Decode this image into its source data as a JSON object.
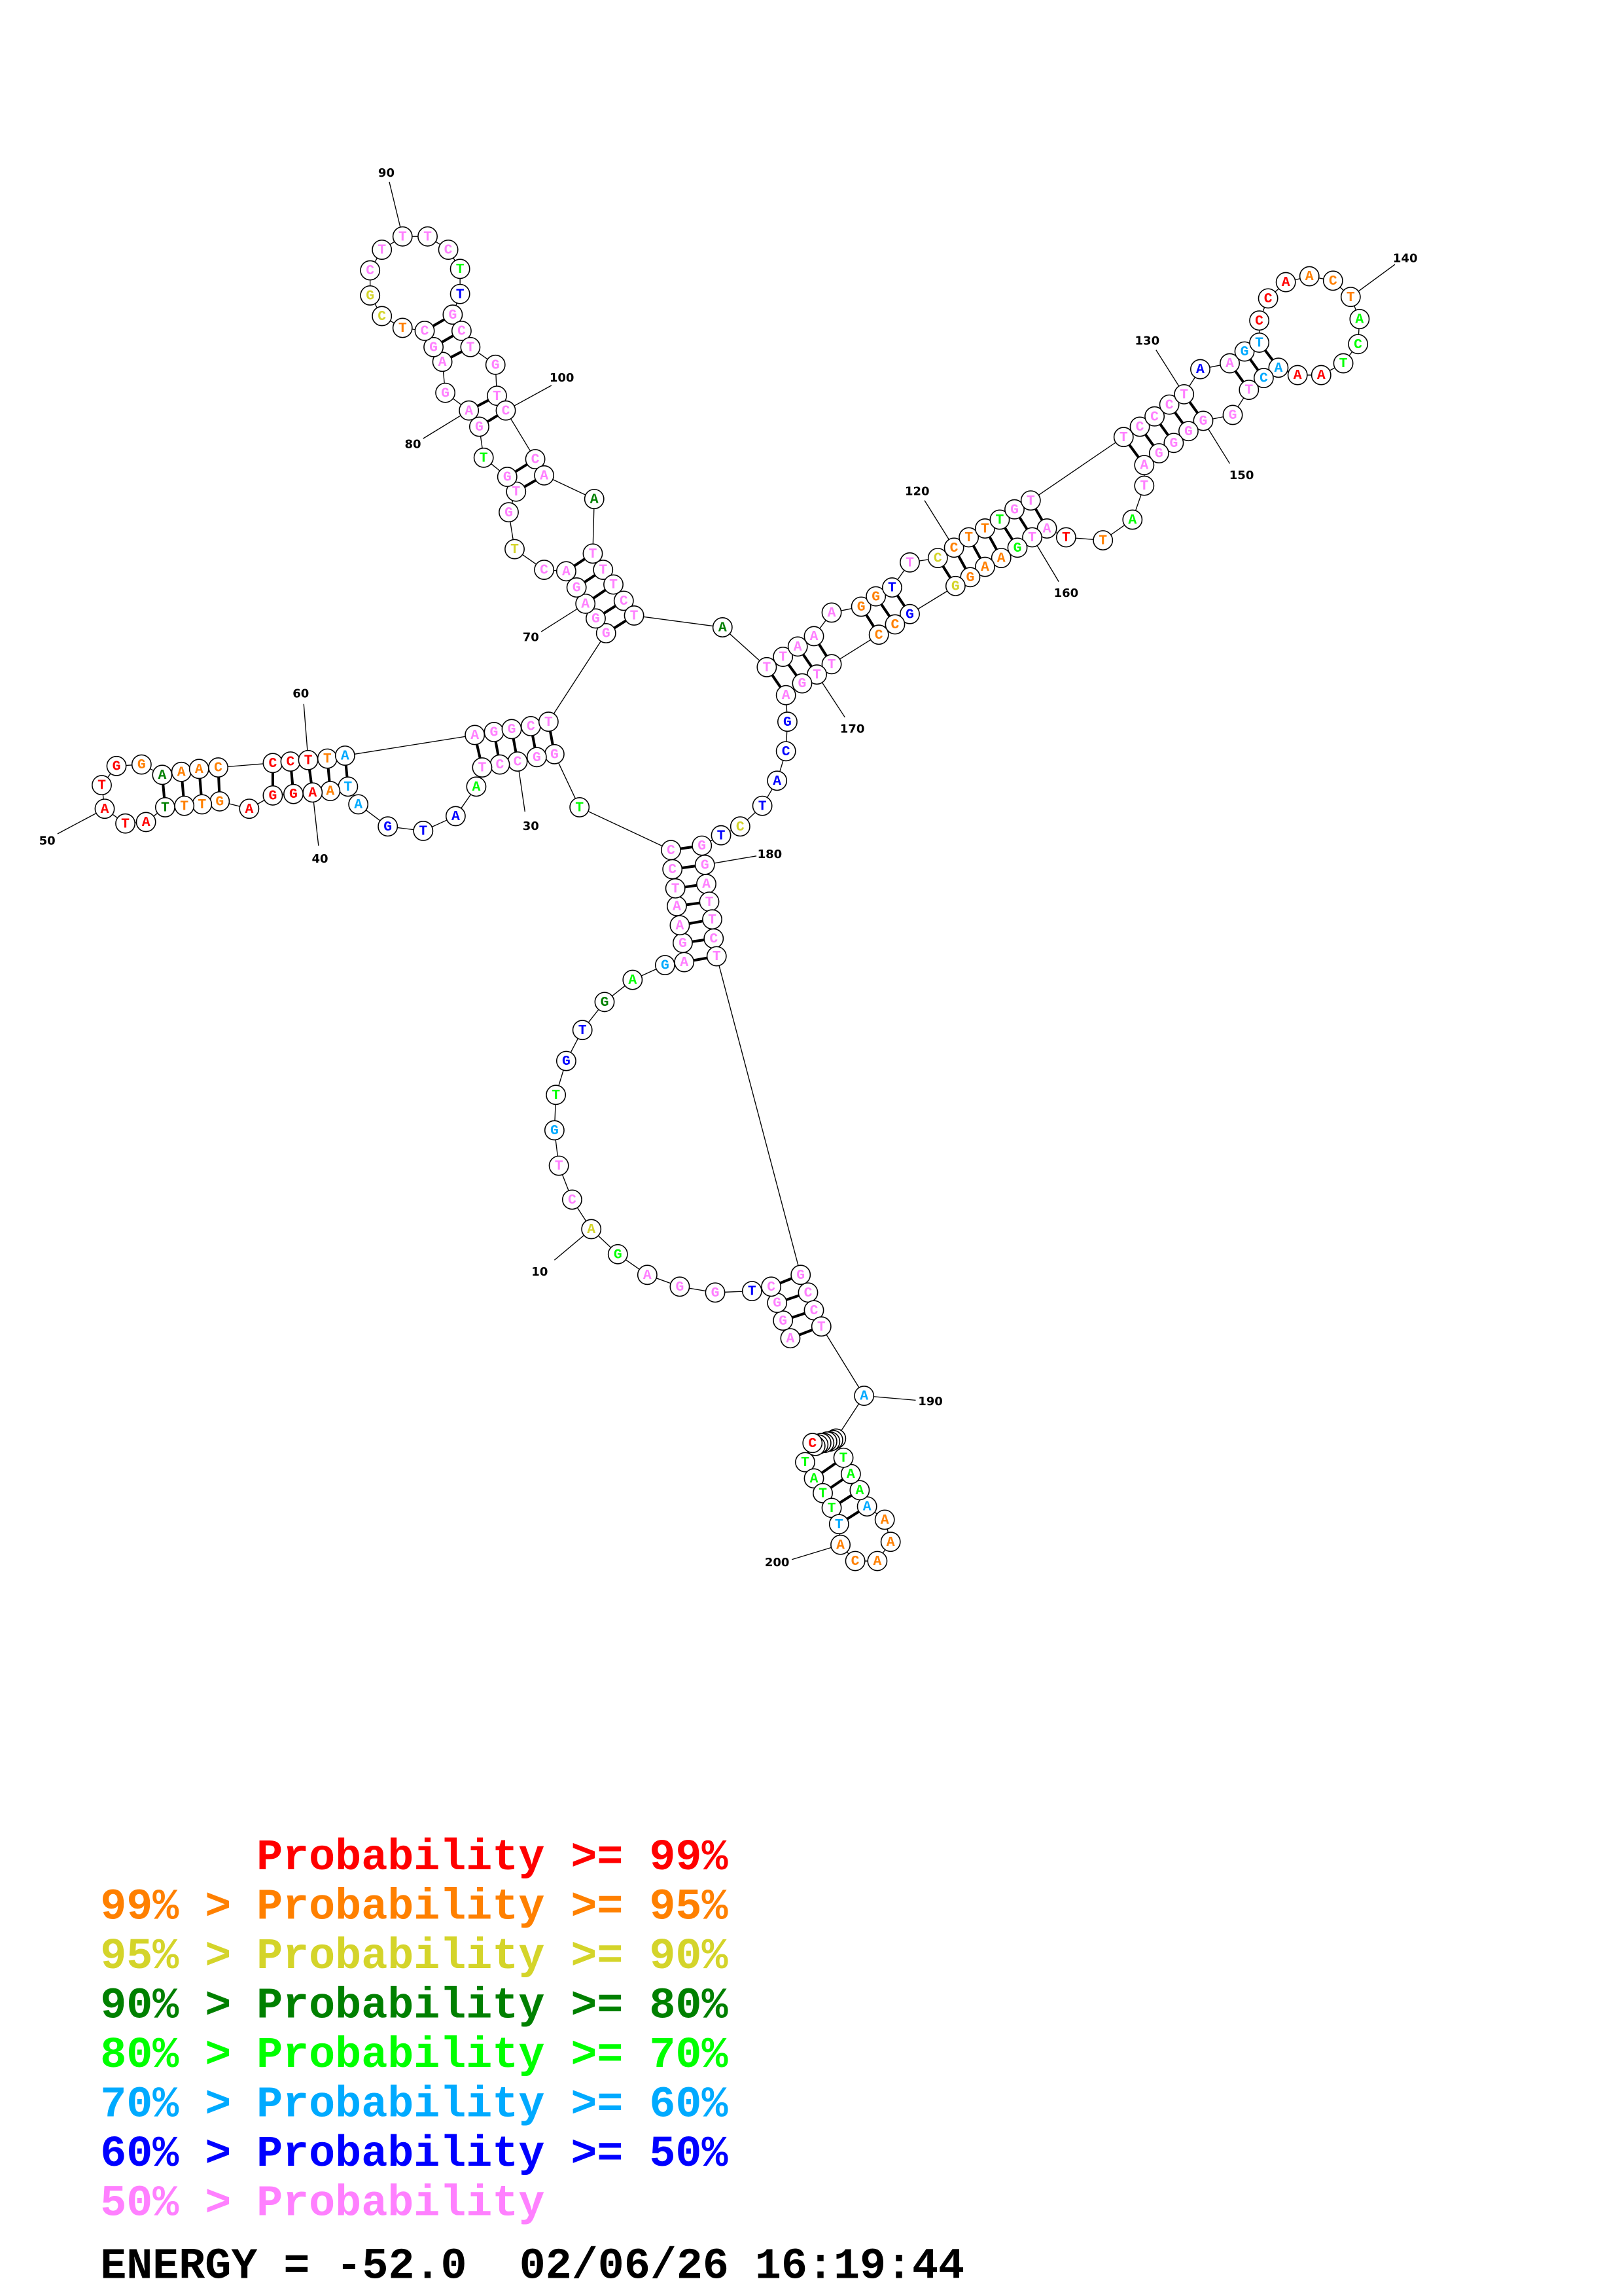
{
  "colors": {
    "r": "#ff0000",
    "o": "#ff8000",
    "y": "#d4d42a",
    "d": "#008000",
    "g": "#00ff00",
    "c": "#00aaff",
    "b": "#0000ff",
    "p": "#ff80ff"
  },
  "nucleotides": [
    {
      "n": 1,
      "b": "A",
      "c": "p"
    },
    {
      "n": 2,
      "b": "G",
      "c": "p"
    },
    {
      "n": 3,
      "b": "G",
      "c": "p"
    },
    {
      "n": 4,
      "b": "C",
      "c": "p"
    },
    {
      "n": 5,
      "b": "T",
      "c": "b"
    },
    {
      "n": 6,
      "b": "G",
      "c": "p"
    },
    {
      "n": 7,
      "b": "G",
      "c": "p"
    },
    {
      "n": 8,
      "b": "A",
      "c": "p"
    },
    {
      "n": 9,
      "b": "G",
      "c": "g"
    },
    {
      "n": 10,
      "b": "A",
      "c": "y"
    },
    {
      "n": 11,
      "b": "C",
      "c": "p"
    },
    {
      "n": 12,
      "b": "T",
      "c": "p"
    },
    {
      "n": 13,
      "b": "G",
      "c": "c"
    },
    {
      "n": 14,
      "b": "T",
      "c": "g"
    },
    {
      "n": 15,
      "b": "G",
      "c": "b"
    },
    {
      "n": 16,
      "b": "T",
      "c": "b"
    },
    {
      "n": 17,
      "b": "G",
      "c": "d"
    },
    {
      "n": 18,
      "b": "A",
      "c": "g"
    },
    {
      "n": 19,
      "b": "G",
      "c": "c"
    },
    {
      "n": 20,
      "b": "A",
      "c": "p"
    },
    {
      "n": 21,
      "b": "G",
      "c": "p"
    },
    {
      "n": 22,
      "b": "A",
      "c": "p"
    },
    {
      "n": 23,
      "b": "A",
      "c": "p"
    },
    {
      "n": 24,
      "b": "T",
      "c": "p"
    },
    {
      "n": 25,
      "b": "C",
      "c": "p"
    },
    {
      "n": 26,
      "b": "C",
      "c": "p"
    },
    {
      "n": 27,
      "b": "T",
      "c": "g"
    },
    {
      "n": 28,
      "b": "G",
      "c": "p"
    },
    {
      "n": 29,
      "b": "G",
      "c": "p"
    },
    {
      "n": 30,
      "b": "C",
      "c": "p"
    },
    {
      "n": 31,
      "b": "C",
      "c": "p"
    },
    {
      "n": 32,
      "b": "T",
      "c": "p"
    },
    {
      "n": 33,
      "b": "A",
      "c": "g"
    },
    {
      "n": 34,
      "b": "A",
      "c": "b"
    },
    {
      "n": 35,
      "b": "T",
      "c": "b"
    },
    {
      "n": 36,
      "b": "G",
      "c": "b"
    },
    {
      "n": 37,
      "b": "A",
      "c": "c"
    },
    {
      "n": 38,
      "b": "T",
      "c": "c"
    },
    {
      "n": 39,
      "b": "A",
      "c": "o"
    },
    {
      "n": 40,
      "b": "A",
      "c": "r"
    },
    {
      "n": 41,
      "b": "G",
      "c": "r"
    },
    {
      "n": 42,
      "b": "G",
      "c": "r"
    },
    {
      "n": 43,
      "b": "A",
      "c": "r"
    },
    {
      "n": 44,
      "b": "G",
      "c": "o"
    },
    {
      "n": 45,
      "b": "T",
      "c": "o"
    },
    {
      "n": 46,
      "b": "T",
      "c": "o"
    },
    {
      "n": 47,
      "b": "T",
      "c": "d"
    },
    {
      "n": 48,
      "b": "A",
      "c": "r"
    },
    {
      "n": 49,
      "b": "T",
      "c": "r"
    },
    {
      "n": 50,
      "b": "A",
      "c": "r"
    },
    {
      "n": 51,
      "b": "T",
      "c": "r"
    },
    {
      "n": 52,
      "b": "G",
      "c": "r"
    },
    {
      "n": 53,
      "b": "G",
      "c": "o"
    },
    {
      "n": 54,
      "b": "A",
      "c": "d"
    },
    {
      "n": 55,
      "b": "A",
      "c": "o"
    },
    {
      "n": 56,
      "b": "A",
      "c": "o"
    },
    {
      "n": 57,
      "b": "C",
      "c": "o"
    },
    {
      "n": 58,
      "b": "C",
      "c": "r"
    },
    {
      "n": 59,
      "b": "C",
      "c": "r"
    },
    {
      "n": 60,
      "b": "T",
      "c": "r"
    },
    {
      "n": 61,
      "b": "T",
      "c": "o"
    },
    {
      "n": 62,
      "b": "A",
      "c": "c"
    },
    {
      "n": 63,
      "b": "A",
      "c": "p"
    },
    {
      "n": 64,
      "b": "G",
      "c": "p"
    },
    {
      "n": 65,
      "b": "G",
      "c": "p"
    },
    {
      "n": 66,
      "b": "C",
      "c": "p"
    },
    {
      "n": 67,
      "b": "T",
      "c": "p"
    },
    {
      "n": 68,
      "b": "G",
      "c": "p"
    },
    {
      "n": 69,
      "b": "G",
      "c": "p"
    },
    {
      "n": 70,
      "b": "A",
      "c": "p"
    },
    {
      "n": 71,
      "b": "G",
      "c": "p"
    },
    {
      "n": 72,
      "b": "A",
      "c": "p"
    },
    {
      "n": 73,
      "b": "C",
      "c": "p"
    },
    {
      "n": 74,
      "b": "T",
      "c": "y"
    },
    {
      "n": 75,
      "b": "G",
      "c": "p"
    },
    {
      "n": 76,
      "b": "T",
      "c": "p"
    },
    {
      "n": 77,
      "b": "G",
      "c": "p"
    },
    {
      "n": 78,
      "b": "T",
      "c": "g"
    },
    {
      "n": 79,
      "b": "G",
      "c": "p"
    },
    {
      "n": 80,
      "b": "A",
      "c": "p"
    },
    {
      "n": 81,
      "b": "G",
      "c": "p"
    },
    {
      "n": 82,
      "b": "A",
      "c": "p"
    },
    {
      "n": 83,
      "b": "G",
      "c": "p"
    },
    {
      "n": 84,
      "b": "C",
      "c": "p"
    },
    {
      "n": 85,
      "b": "T",
      "c": "o"
    },
    {
      "n": 86,
      "b": "C",
      "c": "y"
    },
    {
      "n": 87,
      "b": "G",
      "c": "y"
    },
    {
      "n": 88,
      "b": "C",
      "c": "p"
    },
    {
      "n": 89,
      "b": "T",
      "c": "p"
    },
    {
      "n": 90,
      "b": "T",
      "c": "p"
    },
    {
      "n": 91,
      "b": "T",
      "c": "p"
    },
    {
      "n": 92,
      "b": "C",
      "c": "p"
    },
    {
      "n": 93,
      "b": "T",
      "c": "g"
    },
    {
      "n": 94,
      "b": "T",
      "c": "b"
    },
    {
      "n": 95,
      "b": "G",
      "c": "p"
    },
    {
      "n": 96,
      "b": "C",
      "c": "p"
    },
    {
      "n": 97,
      "b": "T",
      "c": "p"
    },
    {
      "n": 98,
      "b": "G",
      "c": "p"
    },
    {
      "n": 99,
      "b": "T",
      "c": "p"
    },
    {
      "n": 100,
      "b": "C",
      "c": "p"
    },
    {
      "n": 101,
      "b": "C",
      "c": "p"
    },
    {
      "n": 102,
      "b": "A",
      "c": "p"
    },
    {
      "n": 103,
      "b": "A",
      "c": "d"
    },
    {
      "n": 104,
      "b": "T",
      "c": "p"
    },
    {
      "n": 105,
      "b": "T",
      "c": "p"
    },
    {
      "n": 106,
      "b": "T",
      "c": "p"
    },
    {
      "n": 107,
      "b": "C",
      "c": "p"
    },
    {
      "n": 108,
      "b": "T",
      "c": "p"
    },
    {
      "n": 109,
      "b": "A",
      "c": "d"
    },
    {
      "n": 110,
      "b": "T",
      "c": "p"
    },
    {
      "n": 111,
      "b": "T",
      "c": "p"
    },
    {
      "n": 112,
      "b": "A",
      "c": "p"
    },
    {
      "n": 113,
      "b": "A",
      "c": "p"
    },
    {
      "n": 114,
      "b": "A",
      "c": "p"
    },
    {
      "n": 115,
      "b": "G",
      "c": "o"
    },
    {
      "n": 116,
      "b": "G",
      "c": "o"
    },
    {
      "n": 117,
      "b": "T",
      "c": "b"
    },
    {
      "n": 118,
      "b": "T",
      "c": "p"
    },
    {
      "n": 119,
      "b": "C",
      "c": "y"
    },
    {
      "n": 120,
      "b": "C",
      "c": "o"
    },
    {
      "n": 121,
      "b": "T",
      "c": "o"
    },
    {
      "n": 122,
      "b": "T",
      "c": "o"
    },
    {
      "n": 123,
      "b": "T",
      "c": "g"
    },
    {
      "n": 124,
      "b": "G",
      "c": "p"
    },
    {
      "n": 125,
      "b": "T",
      "c": "p"
    },
    {
      "n": 126,
      "b": "T",
      "c": "p"
    },
    {
      "n": 127,
      "b": "C",
      "c": "p"
    },
    {
      "n": 128,
      "b": "C",
      "c": "p"
    },
    {
      "n": 129,
      "b": "C",
      "c": "p"
    },
    {
      "n": 130,
      "b": "T",
      "c": "p"
    },
    {
      "n": 131,
      "b": "A",
      "c": "b"
    },
    {
      "n": 132,
      "b": "A",
      "c": "p"
    },
    {
      "n": 133,
      "b": "G",
      "c": "c"
    },
    {
      "n": 134,
      "b": "T",
      "c": "c"
    },
    {
      "n": 135,
      "b": "C",
      "c": "r"
    },
    {
      "n": 136,
      "b": "C",
      "c": "r"
    },
    {
      "n": 137,
      "b": "A",
      "c": "r"
    },
    {
      "n": 138,
      "b": "A",
      "c": "o"
    },
    {
      "n": 139,
      "b": "C",
      "c": "o"
    },
    {
      "n": 140,
      "b": "T",
      "c": "o"
    },
    {
      "n": 141,
      "b": "A",
      "c": "g"
    },
    {
      "n": 142,
      "b": "C",
      "c": "g"
    },
    {
      "n": 143,
      "b": "T",
      "c": "g"
    },
    {
      "n": 144,
      "b": "A",
      "c": "r"
    },
    {
      "n": 145,
      "b": "A",
      "c": "r"
    },
    {
      "n": 146,
      "b": "A",
      "c": "c"
    },
    {
      "n": 147,
      "b": "C",
      "c": "c"
    },
    {
      "n": 148,
      "b": "T",
      "c": "p"
    },
    {
      "n": 149,
      "b": "G",
      "c": "p"
    },
    {
      "n": 150,
      "b": "G",
      "c": "p"
    },
    {
      "n": 151,
      "b": "G",
      "c": "p"
    },
    {
      "n": 152,
      "b": "G",
      "c": "p"
    },
    {
      "n": 153,
      "b": "G",
      "c": "p"
    },
    {
      "n": 154,
      "b": "A",
      "c": "p"
    },
    {
      "n": 155,
      "b": "T",
      "c": "p"
    },
    {
      "n": 156,
      "b": "A",
      "c": "g"
    },
    {
      "n": 157,
      "b": "T",
      "c": "o"
    },
    {
      "n": 158,
      "b": "T",
      "c": "r"
    },
    {
      "n": 159,
      "b": "A",
      "c": "p"
    },
    {
      "n": 160,
      "b": "T",
      "c": "p"
    },
    {
      "n": 161,
      "b": "G",
      "c": "g"
    },
    {
      "n": 162,
      "b": "A",
      "c": "o"
    },
    {
      "n": 163,
      "b": "A",
      "c": "o"
    },
    {
      "n": 164,
      "b": "G",
      "c": "o"
    },
    {
      "n": 165,
      "b": "G",
      "c": "y"
    },
    {
      "n": 166,
      "b": "G",
      "c": "b"
    },
    {
      "n": 167,
      "b": "C",
      "c": "o"
    },
    {
      "n": 168,
      "b": "C",
      "c": "o"
    },
    {
      "n": 169,
      "b": "T",
      "c": "p"
    },
    {
      "n": 170,
      "b": "T",
      "c": "p"
    },
    {
      "n": 171,
      "b": "G",
      "c": "p"
    },
    {
      "n": 172,
      "b": "A",
      "c": "p"
    },
    {
      "n": 173,
      "b": "G",
      "c": "b"
    },
    {
      "n": 174,
      "b": "C",
      "c": "b"
    },
    {
      "n": 175,
      "b": "A",
      "c": "b"
    },
    {
      "n": 176,
      "b": "T",
      "c": "b"
    },
    {
      "n": 177,
      "b": "C",
      "c": "y"
    },
    {
      "n": 178,
      "b": "T",
      "c": "b"
    },
    {
      "n": 179,
      "b": "G",
      "c": "p"
    },
    {
      "n": 180,
      "b": "G",
      "c": "p"
    },
    {
      "n": 181,
      "b": "A",
      "c": "p"
    },
    {
      "n": 182,
      "b": "T",
      "c": "p"
    },
    {
      "n": 183,
      "b": "T",
      "c": "p"
    },
    {
      "n": 184,
      "b": "C",
      "c": "p"
    },
    {
      "n": 185,
      "b": "T",
      "c": "p"
    },
    {
      "n": 186,
      "b": "G",
      "c": "p"
    },
    {
      "n": 187,
      "b": "C",
      "c": "p"
    },
    {
      "n": 188,
      "b": "C",
      "c": "p"
    },
    {
      "n": 189,
      "b": "T",
      "c": "p"
    },
    {
      "n": 190,
      "b": "A",
      "c": "c"
    },
    {
      "n": 194,
      "b": "C",
      "c": "r"
    },
    {
      "n": 195,
      "b": "T",
      "c": "g"
    },
    {
      "n": 196,
      "b": "A",
      "c": "g"
    },
    {
      "n": 197,
      "b": "T",
      "c": "g"
    },
    {
      "n": 198,
      "b": "T",
      "c": "g"
    },
    {
      "n": 199,
      "b": "T",
      "c": "c"
    },
    {
      "n": 200,
      "b": "A",
      "c": "o"
    },
    {
      "n": 201,
      "b": "C",
      "c": "o"
    },
    {
      "n": 202,
      "b": "A",
      "c": "o"
    },
    {
      "n": 203,
      "b": "A",
      "c": "o"
    },
    {
      "n": 204,
      "b": "A",
      "c": "o"
    },
    {
      "n": 205,
      "b": "A",
      "c": "c"
    },
    {
      "n": 206,
      "b": "A",
      "c": "g"
    },
    {
      "n": 207,
      "b": "A",
      "c": "g"
    },
    {
      "n": 208,
      "b": "T",
      "c": "g"
    }
  ],
  "pairs": [
    [
      1,
      189
    ],
    [
      2,
      188
    ],
    [
      3,
      187
    ],
    [
      4,
      186
    ],
    [
      20,
      185
    ],
    [
      21,
      184
    ],
    [
      22,
      183
    ],
    [
      23,
      182
    ],
    [
      24,
      181
    ],
    [
      25,
      180
    ],
    [
      26,
      179
    ],
    [
      28,
      67
    ],
    [
      29,
      66
    ],
    [
      30,
      65
    ],
    [
      31,
      64
    ],
    [
      32,
      63
    ],
    [
      38,
      62
    ],
    [
      39,
      61
    ],
    [
      40,
      60
    ],
    [
      41,
      59
    ],
    [
      42,
      58
    ],
    [
      44,
      57
    ],
    [
      45,
      56
    ],
    [
      46,
      55
    ],
    [
      47,
      54
    ],
    [
      68,
      108
    ],
    [
      69,
      107
    ],
    [
      70,
      106
    ],
    [
      71,
      105
    ],
    [
      72,
      104
    ],
    [
      76,
      102
    ],
    [
      77,
      101
    ],
    [
      79,
      100
    ],
    [
      80,
      99
    ],
    [
      82,
      97
    ],
    [
      83,
      96
    ],
    [
      84,
      95
    ],
    [
      110,
      172
    ],
    [
      111,
      171
    ],
    [
      112,
      170
    ],
    [
      113,
      169
    ],
    [
      115,
      168
    ],
    [
      116,
      167
    ],
    [
      117,
      166
    ],
    [
      119,
      165
    ],
    [
      120,
      164
    ],
    [
      121,
      163
    ],
    [
      122,
      162
    ],
    [
      123,
      161
    ],
    [
      124,
      160
    ],
    [
      125,
      159
    ],
    [
      126,
      154
    ],
    [
      127,
      153
    ],
    [
      128,
      152
    ],
    [
      129,
      151
    ],
    [
      130,
      150
    ],
    [
      132,
      148
    ],
    [
      133,
      147
    ],
    [
      134,
      146
    ],
    [
      196,
      208
    ],
    [
      197,
      207
    ],
    [
      198,
      206
    ],
    [
      199,
      205
    ]
  ],
  "position_labels": [
    "10",
    "30",
    "40",
    "50",
    "60",
    "70",
    "80",
    "90",
    "100",
    "120",
    "130",
    "140",
    "150",
    "160",
    "170",
    "180",
    "190",
    "200"
  ],
  "legend": [
    {
      "prefix": "",
      "label": "Probability >= 99%",
      "c": "r"
    },
    {
      "prefix": "99% >",
      "label": "Probability >= 95%",
      "c": "o"
    },
    {
      "prefix": "95% >",
      "label": "Probability >= 90%",
      "c": "y"
    },
    {
      "prefix": "90% >",
      "label": "Probability >= 80%",
      "c": "d"
    },
    {
      "prefix": "80% >",
      "label": "Probability >= 70%",
      "c": "g"
    },
    {
      "prefix": "70% >",
      "label": "Probability >= 60%",
      "c": "c"
    },
    {
      "prefix": "60% >",
      "label": "Probability >= 50%",
      "c": "b"
    },
    {
      "prefix": "50% >",
      "label": "Probability",
      "c": "p"
    }
  ],
  "footer": {
    "energy": "ENERGY = -52.0",
    "timestamp": "02/06/26 16:19:44"
  }
}
